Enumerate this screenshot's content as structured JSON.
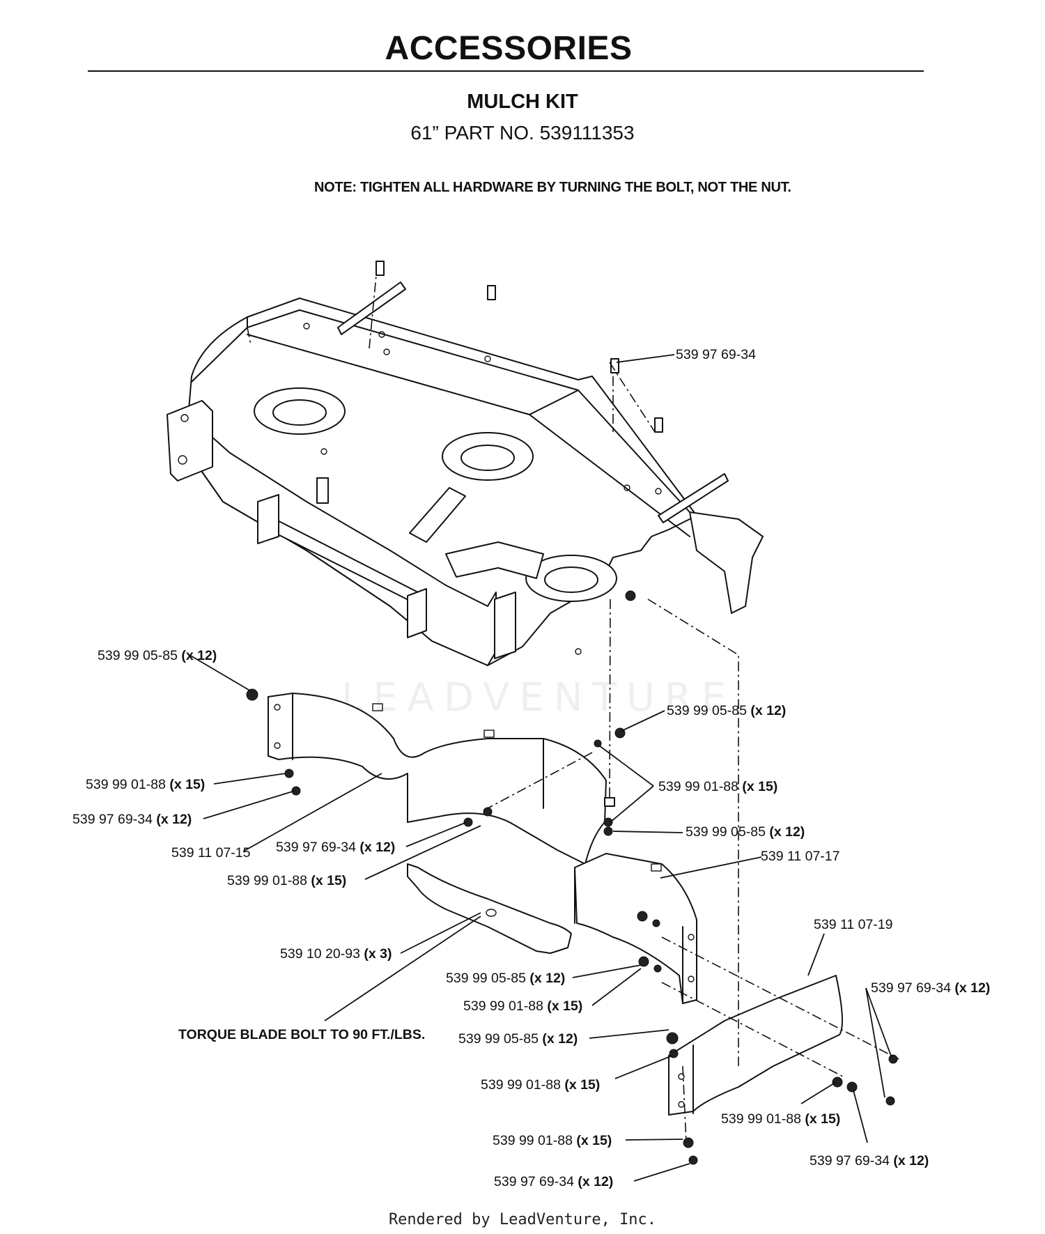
{
  "header": {
    "title": "ACCESSORIES",
    "subtitle": "MULCH KIT",
    "part_no": "61” PART NO. 539111353",
    "note": "NOTE: TIGHTEN ALL HARDWARE BY TURNING THE BOLT, NOT THE NUT."
  },
  "callouts": {
    "c01": {
      "part": "539 97 69-34",
      "qty": ""
    },
    "c02": {
      "part": "539 99 05-85",
      "qty": "(x 12)"
    },
    "c03": {
      "part": "539 99 05-85",
      "qty": "(x 12)"
    },
    "c04": {
      "part": "539 99 01-88",
      "qty": "(x 15)"
    },
    "c05": {
      "part": "539 99 01-88",
      "qty": "(x 15)"
    },
    "c06": {
      "part": "539 97 69-34",
      "qty": "(x 12)"
    },
    "c07": {
      "part": "539 99 05-85",
      "qty": "(x 12)"
    },
    "c08": {
      "part": "539 11 07-15",
      "qty": ""
    },
    "c09": {
      "part": "539 97 69-34",
      "qty": "(x 12)"
    },
    "c10": {
      "part": "539 11 07-17",
      "qty": ""
    },
    "c11": {
      "part": "539 99 01-88",
      "qty": "(x 15)"
    },
    "c12": {
      "part": "539 11 07-19",
      "qty": ""
    },
    "c13": {
      "part": "539 10 20-93",
      "qty": "(x 3)"
    },
    "c14": {
      "part": "539 99 05-85",
      "qty": "(x 12)"
    },
    "c15": {
      "part": "539 97 69-34",
      "qty": "(x 12)"
    },
    "c16": {
      "part": "539 99 01-88",
      "qty": "(x 15)"
    },
    "c17": {
      "part": "539 99 05-85",
      "qty": "(x 12)"
    },
    "c18": {
      "part": "539 99 01-88",
      "qty": "(x 15)"
    },
    "c19": {
      "part": "539 99 01-88",
      "qty": "(x 15)"
    },
    "c20": {
      "part": "539 99 01-88",
      "qty": "(x 15)"
    },
    "c21": {
      "part": "539 97 69-34",
      "qty": "(x 12)"
    },
    "c22": {
      "part": "539 97 69-34",
      "qty": "(x 12)"
    }
  },
  "torque_note": "TORQUE BLADE BOLT TO 90 FT./LBS.",
  "watermark": "LEADVENTURE",
  "footer": "Rendered by LeadVenture, Inc."
}
